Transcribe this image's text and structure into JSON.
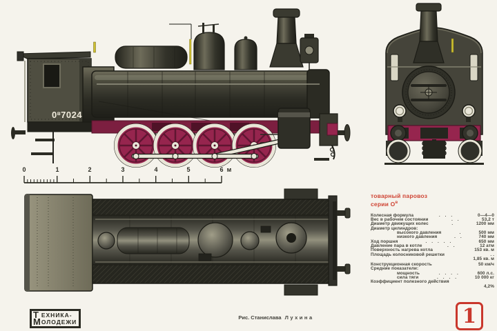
{
  "page": {
    "background": "#f5f3ec"
  },
  "colors": {
    "red_accent": "#c9372c",
    "title_red": "#cf4434",
    "crimson_wheels": "#96254e",
    "dark_crimson": "#5e1631",
    "body_olive_dark": "#2e2e26",
    "tyre_white": "#e9e6d8",
    "yellow_fitting": "#cdbf31",
    "paper_cream": "#f5f3ec"
  },
  "side_view": {
    "number_prefix": "0",
    "number_sup": "в",
    "number_digits": "7024"
  },
  "ruler": {
    "labels": [
      "0",
      "1",
      "2",
      "3",
      "4",
      "5",
      "6"
    ],
    "unit": "м"
  },
  "info": {
    "title_line1": "товарный паровоз",
    "title_line2": "серии О",
    "title_sup": "в",
    "specs": [
      {
        "label": "Колесная формула",
        "leader": ". . .",
        "value": "0—4—0"
      },
      {
        "label": "Вес в рабочем состоянии",
        "leader": ". .",
        "value": "53,2 т"
      },
      {
        "label": "Диаметр движущих колес",
        "leader": ".",
        "value": "1200 мм"
      },
      {
        "label": "Диаметр цилиндров:",
        "leader": "",
        "value": ""
      },
      {
        "label": "высокого давления",
        "leader": ".",
        "value": "500 мм"
      },
      {
        "label": "низкого давления",
        "leader": ". .",
        "value": "740 мм"
      },
      {
        "label": "Ход поршня",
        "leader": ". . . . .",
        "value": "650 мм"
      },
      {
        "label": "Давление пара в котле",
        "leader": ". .",
        "value": "12 атм"
      },
      {
        "label": "Поверхность нагрева котла",
        "leader": "",
        "value": "153 кв. м"
      },
      {
        "label": "Площадь колосниковой решетки",
        "leader": "",
        "value": ". ."
      },
      {
        "label": "",
        "leader": "",
        "value": "1,85 кв. м"
      },
      {
        "label": "Конструкционная скорость",
        "leader": "",
        "value": "50 км/ч"
      },
      {
        "label": "Средние показатели:",
        "leader": "",
        "value": ""
      },
      {
        "label": "мощность",
        "leader": ". . . .",
        "value": "600 л.с."
      },
      {
        "label": "сила тяги",
        "leader": ". . . .",
        "value": "10 000 кг"
      },
      {
        "label": "Коэффициент полезного действия",
        "leader": "",
        "value": ""
      },
      {
        "label": "",
        "leader": "",
        "value": "4,2%"
      }
    ]
  },
  "credit": {
    "prefix": "Рис. Станислава",
    "surname": "Лухина"
  },
  "logo": {
    "initial_top": "Т",
    "initial_bottom": "М",
    "line1": "ЕХНИКА-",
    "line2": "ОЛОДЕЖИ"
  },
  "page_badge": {
    "number": "1"
  }
}
